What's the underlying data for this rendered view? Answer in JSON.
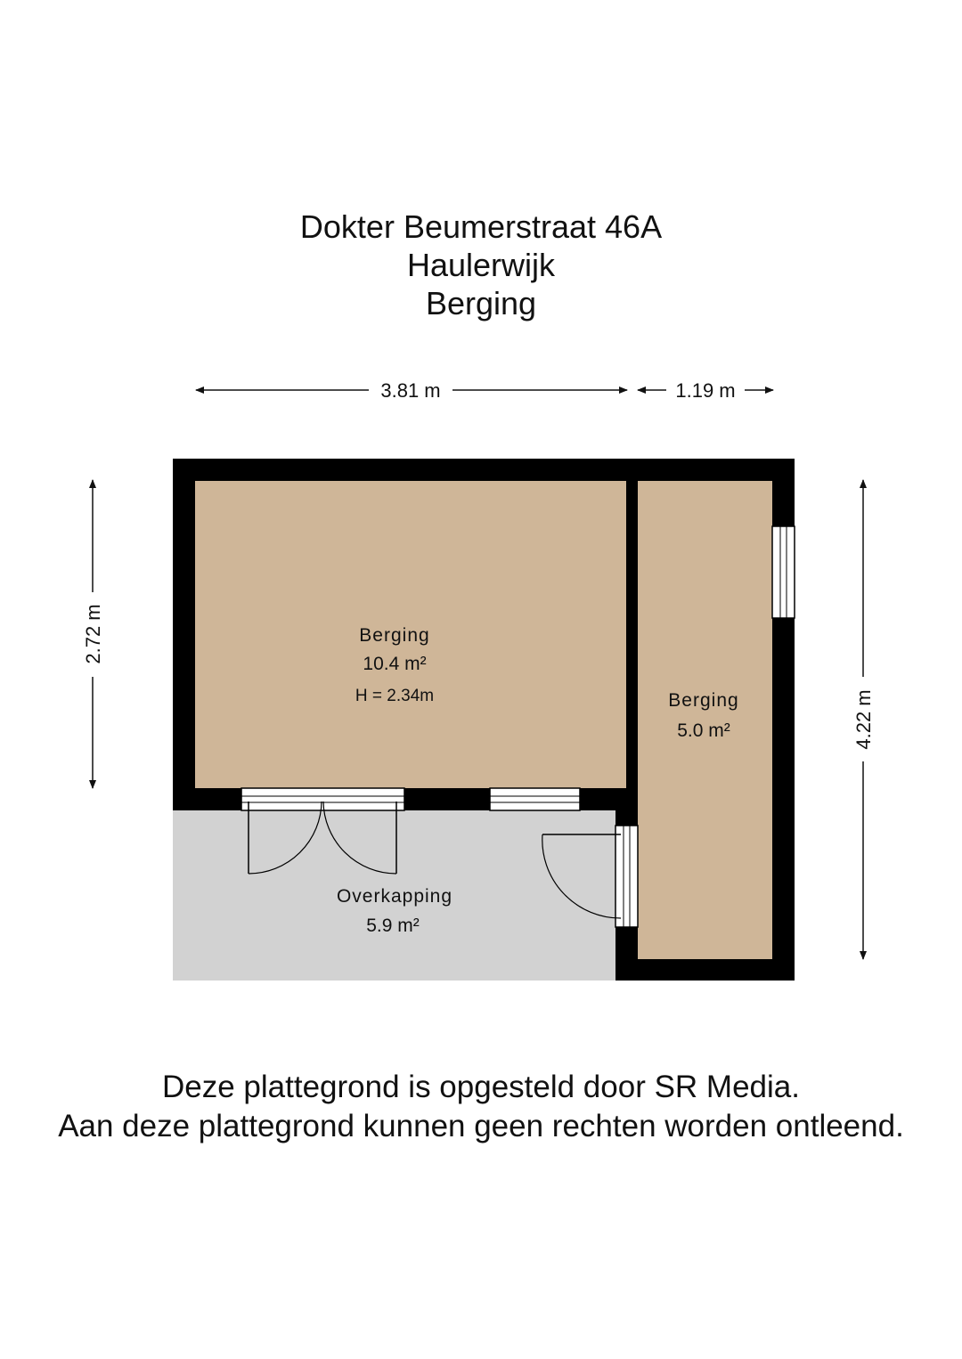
{
  "header": {
    "address": "Dokter Beumerstraat 46A",
    "city": "Haulerwijk",
    "floor": "Berging"
  },
  "dimensions": {
    "top_left": "3.81 m",
    "top_right": "1.19 m",
    "left": "2.72 m",
    "right": "4.22 m"
  },
  "rooms": {
    "berging_main": {
      "name": "Berging",
      "area": "10.4 m²",
      "height": "H = 2.34m"
    },
    "berging_side": {
      "name": "Berging",
      "area": "5.0 m²"
    },
    "overkapping": {
      "name": "Overkapping",
      "area": "5.9 m²"
    }
  },
  "colors": {
    "room_fill": "#cfb698",
    "covered_fill": "#d2d2d2",
    "wall": "#000000"
  },
  "footer": {
    "line1": "Deze plattegrond is opgesteld door SR Media.",
    "line2": "Aan deze plattegrond kunnen geen rechten worden ontleend."
  }
}
